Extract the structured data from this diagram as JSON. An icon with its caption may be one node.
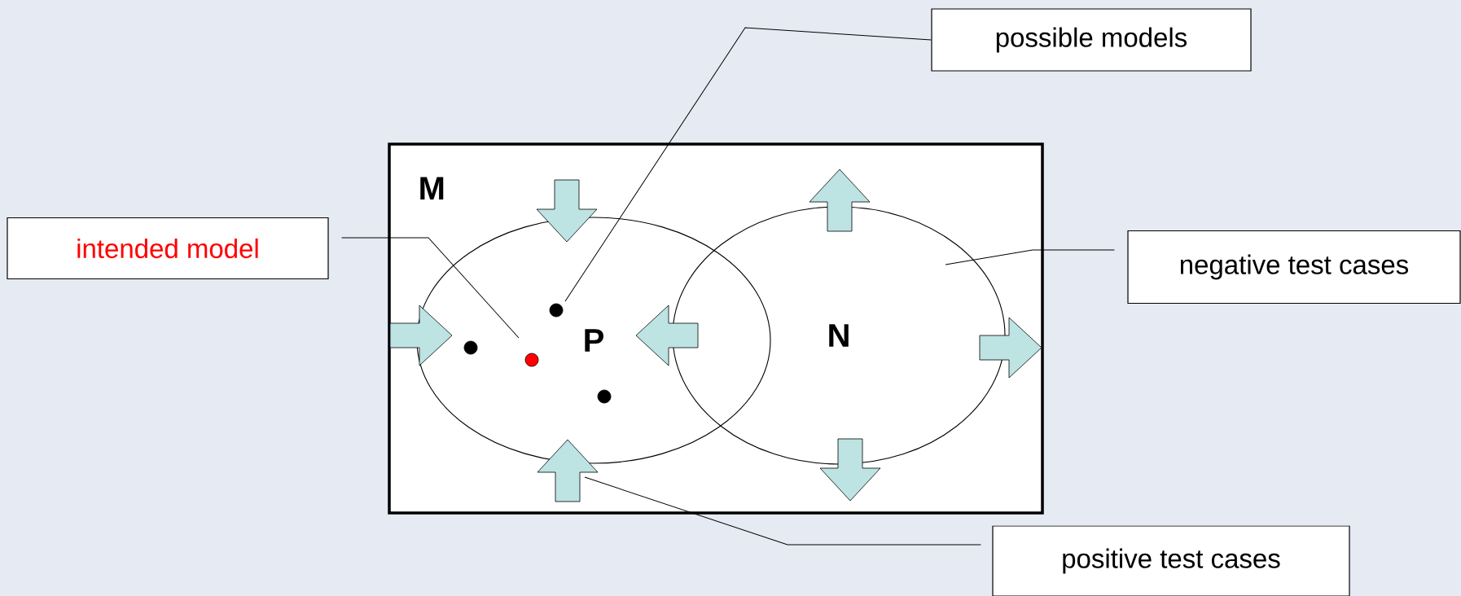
{
  "diagram": {
    "nodes": [
      {
        "text": [
          "possible models"
        ]
      },
      {
        "text": [
          "intended model"
        ]
      },
      {
        "text": [
          "M"
        ]
      },
      {
        "text": [
          "P"
        ],
        "in": 2
      },
      {
        "text": [
          "N"
        ],
        "in": 2
      },
      {
        "text": [
          "negative test cases"
        ]
      },
      {
        "text": [],
        "shape": "circle",
        "in": 3
      },
      {
        "text": [],
        "shape": "circle",
        "in": 3
      },
      {
        "text": [],
        "shape": "circle",
        "in": 3
      },
      {
        "text": [],
        "shape": "circle",
        "in": 3
      },
      {
        "text": [
          "positive test cases"
        ]
      }
    ],
    "edges": [
      {
        "from": 0,
        "to": 8,
        "arrow": "none"
      },
      {
        "from": 1,
        "to": 7,
        "arrow": "none"
      },
      {
        "from": 5,
        "to": 4,
        "arrow": "none"
      },
      {
        "from": 10,
        "to": 3,
        "arrow": "none"
      }
    ]
  }
}
